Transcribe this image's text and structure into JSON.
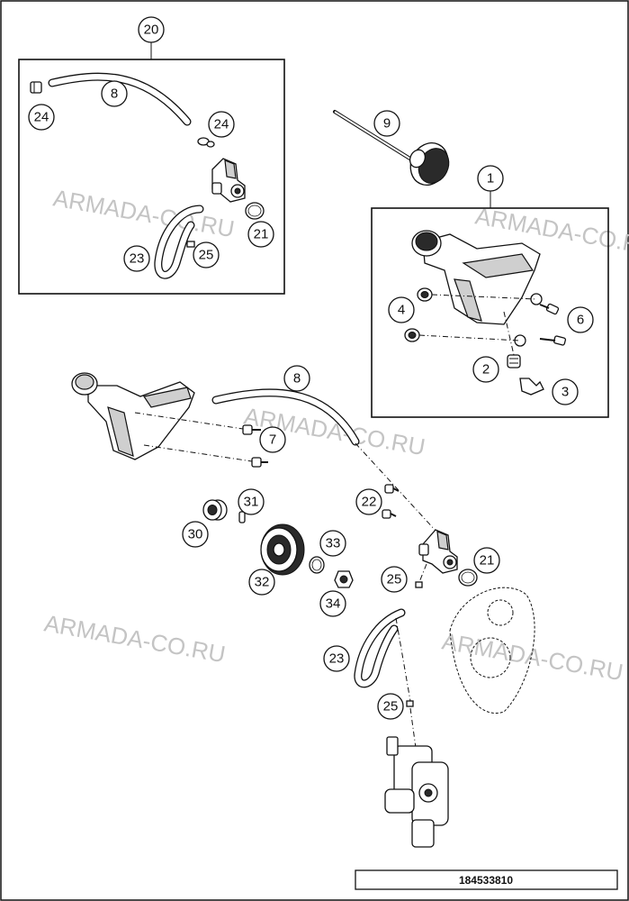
{
  "watermark": "ARMADA-CO.RU",
  "reference_number": "184533810",
  "callouts": {
    "c1": "1",
    "c2": "2",
    "c3": "3",
    "c4": "4",
    "c6": "6",
    "c7": "7",
    "c8a": "8",
    "c8b": "8",
    "c9": "9",
    "c20": "20",
    "c21a": "21",
    "c21b": "21",
    "c22": "22",
    "c23a": "23",
    "c23b": "23",
    "c24a": "24",
    "c24b": "24",
    "c25a": "25",
    "c25b": "25",
    "c25c": "25",
    "c30": "30",
    "c31": "31",
    "c32": "32",
    "c33": "33",
    "c34": "34"
  }
}
